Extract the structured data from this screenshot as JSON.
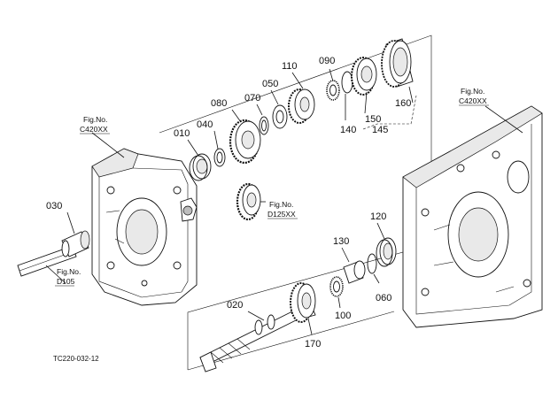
{
  "drawing_code": "TC220-032-12",
  "callouts": [
    {
      "id": "c110",
      "text": "110"
    },
    {
      "id": "c090",
      "text": "090"
    },
    {
      "id": "c050",
      "text": "050"
    },
    {
      "id": "c080",
      "text": "080"
    },
    {
      "id": "c070",
      "text": "070"
    },
    {
      "id": "c040",
      "text": "040"
    },
    {
      "id": "c010",
      "text": "010"
    },
    {
      "id": "c160",
      "text": "160"
    },
    {
      "id": "c150",
      "text": "150"
    },
    {
      "id": "c140",
      "text": "140"
    },
    {
      "id": "c145",
      "text": "145"
    },
    {
      "id": "c030",
      "text": "030"
    },
    {
      "id": "c120",
      "text": "120"
    },
    {
      "id": "c130",
      "text": "130"
    },
    {
      "id": "c060",
      "text": "060"
    },
    {
      "id": "c100",
      "text": "100"
    },
    {
      "id": "c020",
      "text": "020"
    },
    {
      "id": "c170",
      "text": "170"
    }
  ],
  "figure_refs": [
    {
      "id": "fig-left-housing",
      "line1": "Fig.No.",
      "line2": "C420XX"
    },
    {
      "id": "fig-right-housing",
      "line1": "Fig.No.",
      "line2": "C420XX"
    },
    {
      "id": "fig-gear",
      "line1": "Fig.No.",
      "line2": "D125XX"
    },
    {
      "id": "fig-shaft",
      "line1": "Fig.No.",
      "line2": "D105"
    }
  ]
}
